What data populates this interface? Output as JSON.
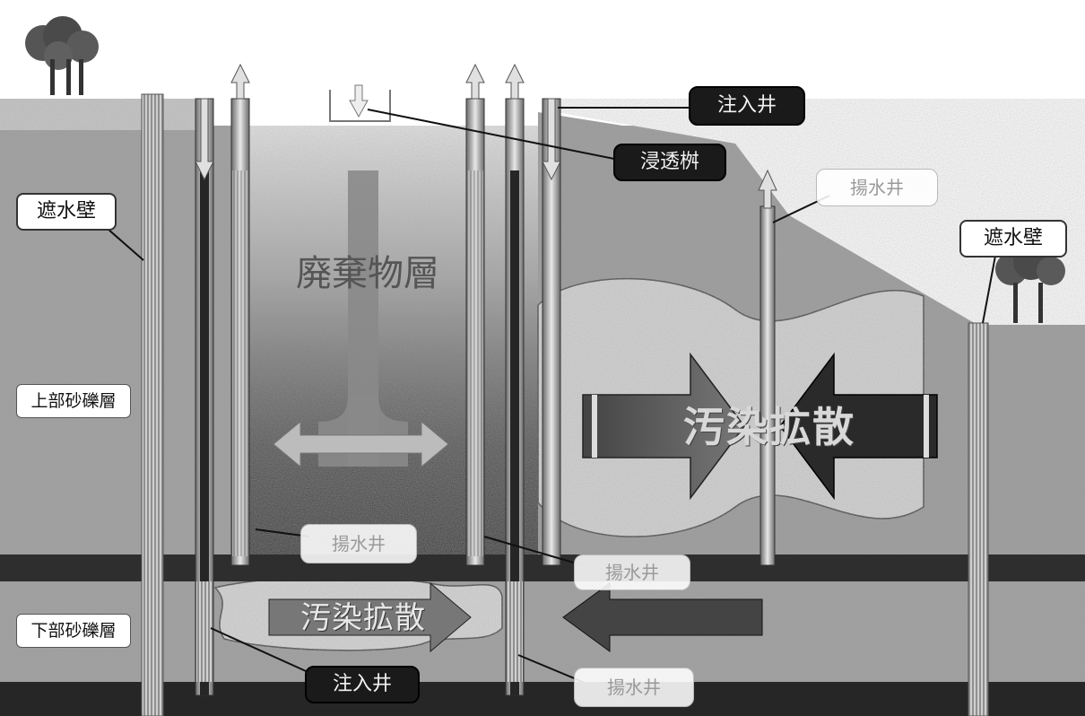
{
  "labels": {
    "wall_left": "遮水壁",
    "wall_right": "遮水壁",
    "upper_gravel": "上部砂礫層",
    "lower_gravel": "下部砂礫層",
    "injection_well_top": "注入井",
    "infiltration_basin": "浸透桝",
    "pumping_well_top": "揚水井",
    "waste_layer": "廃棄物層",
    "pollution_spread_upper": "汚染拡散",
    "pollution_spread_lower": "汚染拡散",
    "pumping_well_mid": "揚水井",
    "pumping_well_right": "揚水井",
    "injection_well_bottom": "注入井",
    "pumping_well_bottom": "揚水井"
  },
  "colors": {
    "soil_gray": "#9a9a9a",
    "clay_band": "#2e2e2e",
    "waste_dark": "#3c3c3c",
    "plume_light": "#d4d4d4",
    "label_dark": "#1a1a1a"
  }
}
